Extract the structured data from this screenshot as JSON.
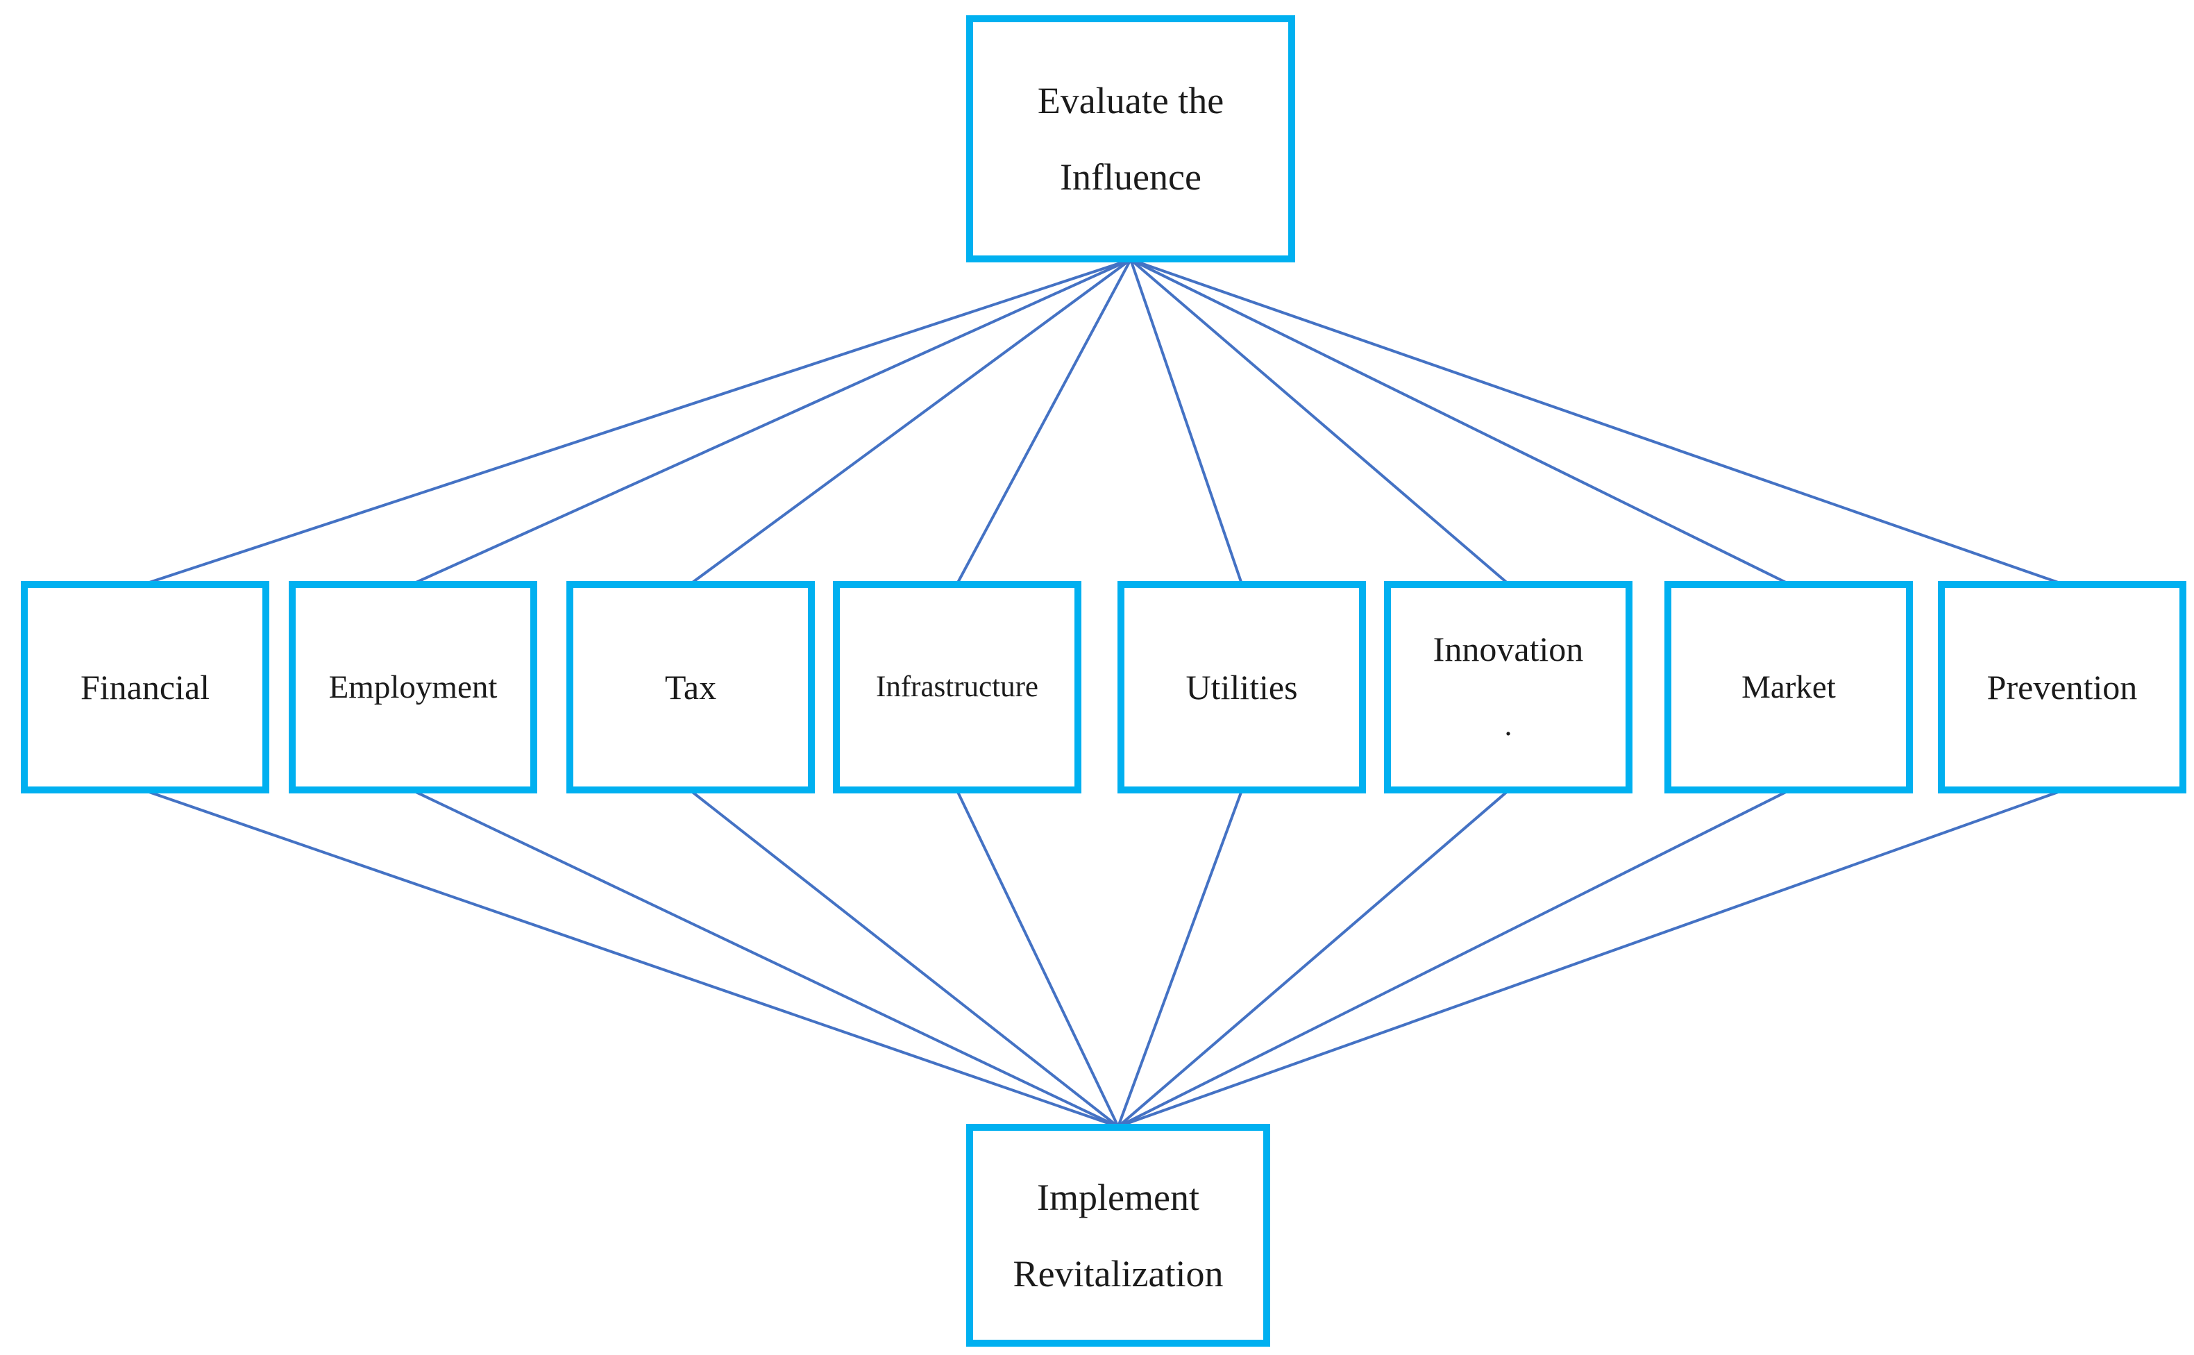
{
  "diagram": {
    "colors": {
      "background": "#ffffff",
      "box_border": "#00B0F0",
      "connector": "#4472C4",
      "text": "#1b1b1b"
    },
    "top_node": {
      "id": "evaluate-influence",
      "line1": "Evaluate the",
      "line2": "Influence"
    },
    "middle_nodes": [
      {
        "id": "financial",
        "label": "Financial"
      },
      {
        "id": "employment",
        "label": "Employment"
      },
      {
        "id": "tax",
        "label": "Tax"
      },
      {
        "id": "infrastructure",
        "label": "Infrastructure"
      },
      {
        "id": "utilities",
        "label": "Utilities"
      },
      {
        "id": "innovation",
        "label": "Innovation",
        "label2": "."
      },
      {
        "id": "market",
        "label": "Market"
      },
      {
        "id": "prevention",
        "label": "Prevention"
      }
    ],
    "bottom_node": {
      "id": "implement-revitalization",
      "line1": "Implement",
      "line2": "Revitalization"
    },
    "edges": [
      {
        "from": "evaluate-influence",
        "to": "financial"
      },
      {
        "from": "evaluate-influence",
        "to": "employment"
      },
      {
        "from": "evaluate-influence",
        "to": "tax"
      },
      {
        "from": "evaluate-influence",
        "to": "infrastructure"
      },
      {
        "from": "evaluate-influence",
        "to": "utilities"
      },
      {
        "from": "evaluate-influence",
        "to": "innovation"
      },
      {
        "from": "evaluate-influence",
        "to": "market"
      },
      {
        "from": "evaluate-influence",
        "to": "prevention"
      },
      {
        "from": "financial",
        "to": "implement-revitalization"
      },
      {
        "from": "employment",
        "to": "implement-revitalization"
      },
      {
        "from": "tax",
        "to": "implement-revitalization"
      },
      {
        "from": "infrastructure",
        "to": "implement-revitalization"
      },
      {
        "from": "utilities",
        "to": "implement-revitalization"
      },
      {
        "from": "innovation",
        "to": "implement-revitalization"
      },
      {
        "from": "market",
        "to": "implement-revitalization"
      },
      {
        "from": "prevention",
        "to": "implement-revitalization"
      }
    ]
  }
}
